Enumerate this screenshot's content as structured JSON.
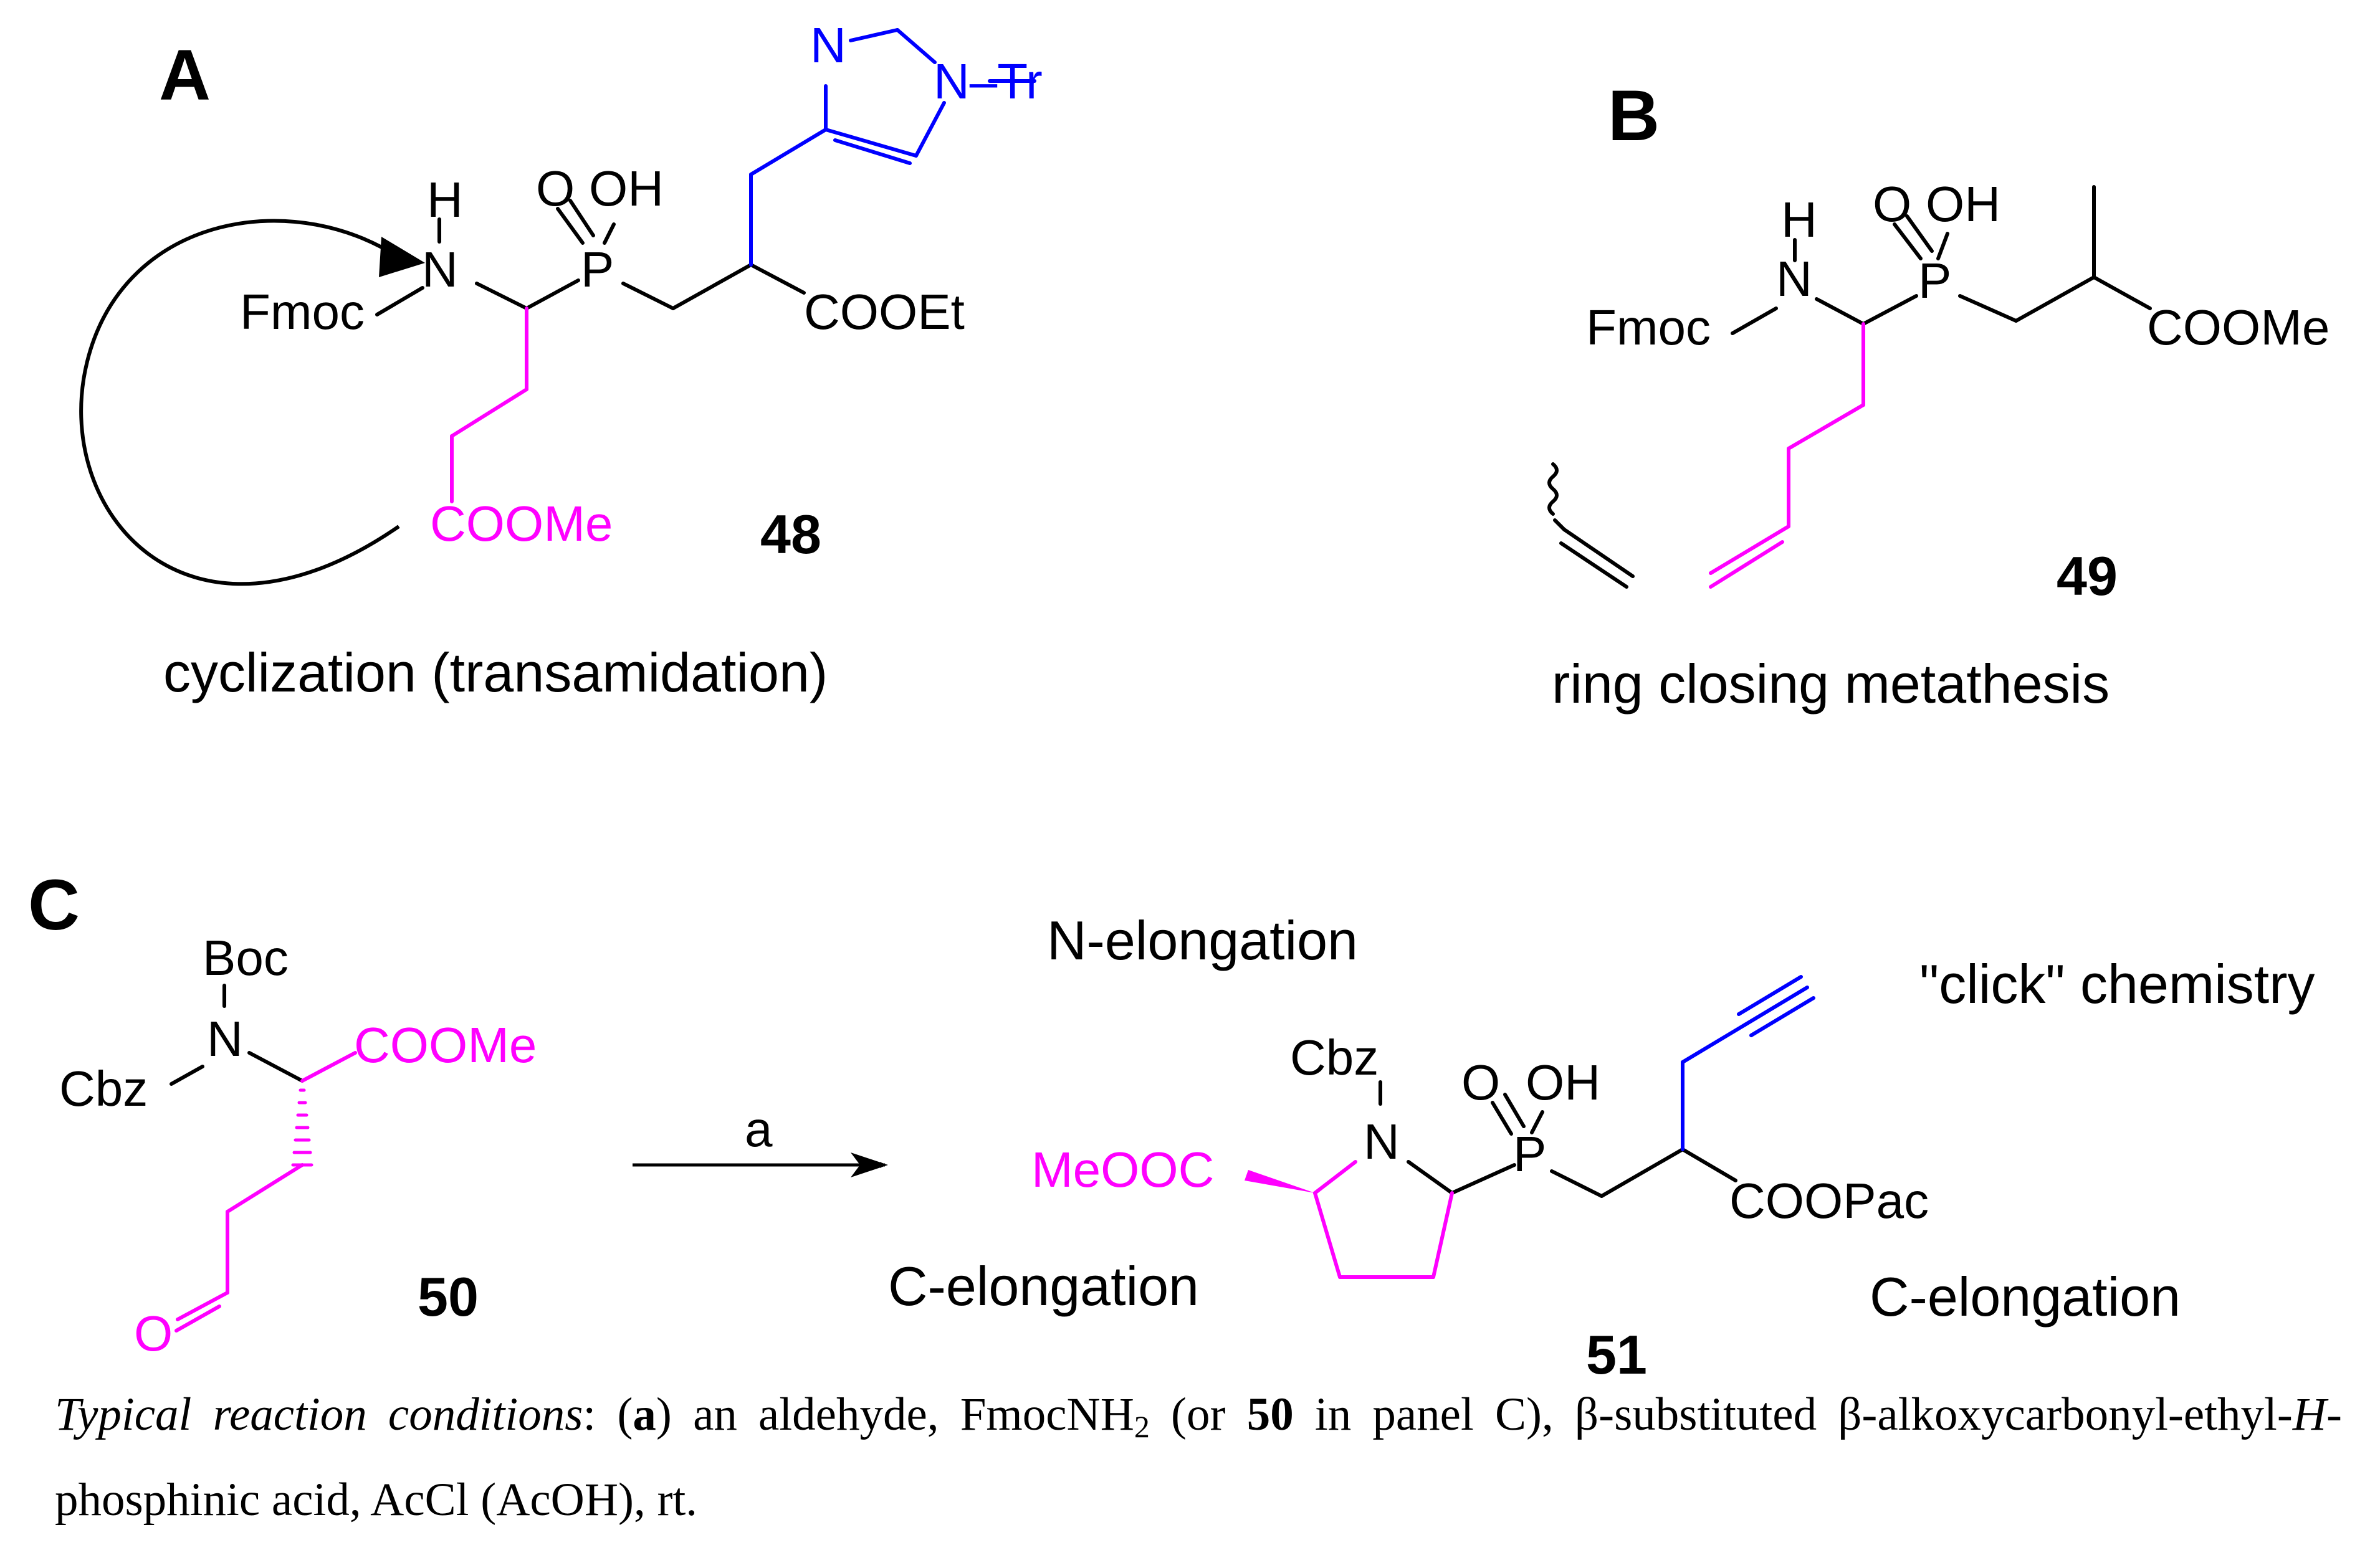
{
  "colors": {
    "black": "#000000",
    "magenta": "#ff00ff",
    "blue": "#0000ff"
  },
  "panel_a": {
    "letter": "A",
    "atoms": {
      "h": "H",
      "n": "N",
      "fmoc": "Fmoc",
      "o": "O",
      "oh": "OH",
      "p": "P",
      "cooet": "COOEt",
      "coome": "COOMe",
      "imid_n1": "N",
      "imid_n2": "N–Tr"
    },
    "compound_number": "48",
    "caption": "cyclization (transamidation)"
  },
  "panel_b": {
    "letter": "B",
    "atoms": {
      "h": "H",
      "n": "N",
      "fmoc": "Fmoc",
      "o": "O",
      "oh": "OH",
      "p": "P",
      "coome": "COOMe"
    },
    "compound_number": "49",
    "caption": "ring closing metathesis"
  },
  "panel_c": {
    "letter": "C",
    "start": {
      "boc": "Boc",
      "n": "N",
      "cbz": "Cbz",
      "coome": "COOMe",
      "o": "O",
      "number": "50"
    },
    "reagent": "a",
    "product": {
      "cbz": "Cbz",
      "n": "N",
      "meooc": "MeOOC",
      "o": "O",
      "oh": "OH",
      "p": "P",
      "coopac": "COOPac",
      "number": "51"
    },
    "labels": {
      "n_elongation": "N-elongation",
      "click": "\"click\" chemistry",
      "c_elongation_left": "C-elongation",
      "c_elongation_right": "C-elongation"
    }
  },
  "footnote": {
    "t1": "Typical reaction conditions",
    "t2": ": (",
    "t3": "a",
    "t4": ") an aldehyde, FmocNH",
    "t5": "2",
    "t6": " (or ",
    "t7": "50",
    "t8": " in panel C), β-substituted β-alkoxycarbonyl-ethyl-",
    "t9": "H",
    "t10": "-phosphinic acid, AcCl (AcOH), rt."
  }
}
